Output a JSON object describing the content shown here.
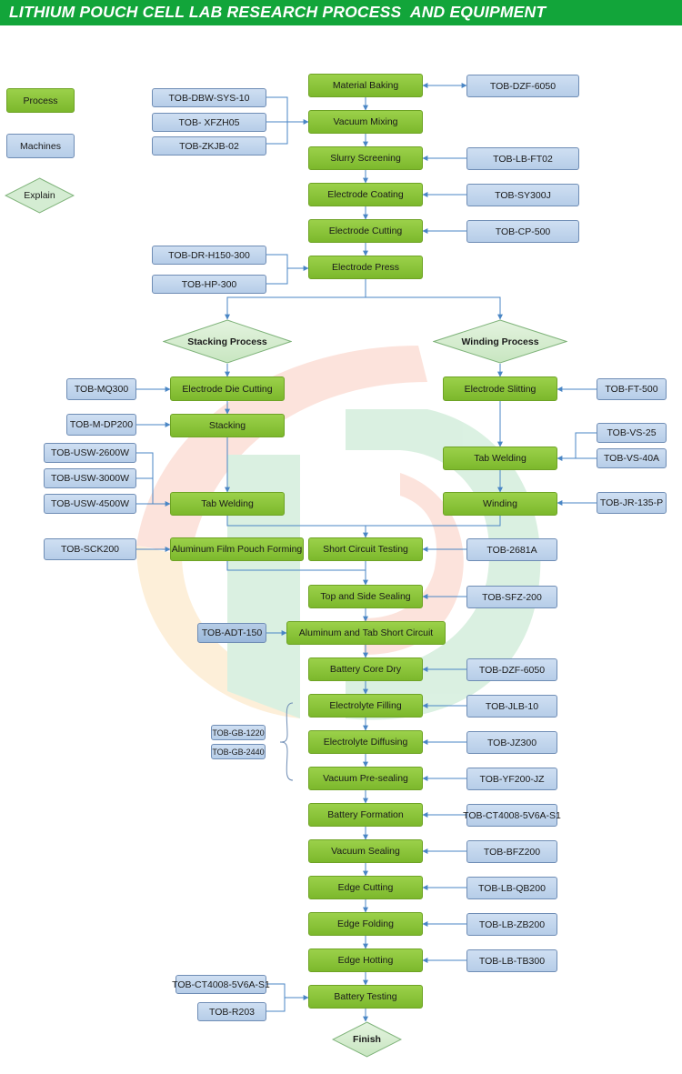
{
  "title": "LITHIUM POUCH CELL LAB RESEARCH PROCESS  AND EQUIPMENT",
  "legend": {
    "process": "Process",
    "machines": "Machines",
    "explain": "Explain"
  },
  "decisions": {
    "stacking": "Stacking Process",
    "winding": "Winding  Process",
    "finish": "Finish"
  },
  "process": {
    "material_baking": "Material Baking",
    "vacuum_mixing": "Vacuum Mixing",
    "slurry_screening": "Slurry Screening",
    "electrode_coating": "Electrode Coating",
    "electrode_cutting": "Electrode Cutting",
    "electrode_press": "Electrode Press",
    "die_cutting": "Electrode Die Cutting",
    "stacking": "Stacking",
    "tab_welding_left": "Tab Welding",
    "slitting": "Electrode Slitting",
    "tab_welding_right": "Tab Welding",
    "winding": "Winding",
    "pouch_forming": "Aluminum Film Pouch Forming",
    "short_circuit": "Short Circuit Testing",
    "top_side_sealing": "Top and Side Sealing",
    "al_tab_short": "Aluminum and Tab Short Circuit",
    "core_dry": "Battery Core Dry",
    "electrolyte_filling": "Electrolyte Filling",
    "electrolyte_diffusing": "Electrolyte Diffusing",
    "vacuum_presealing": "Vacuum Pre-sealing",
    "formation": "Battery Formation",
    "vacuum_sealing": "Vacuum Sealing",
    "edge_cutting": "Edge Cutting",
    "edge_folding": "Edge Folding",
    "edge_hotting": "Edge Hotting",
    "battery_testing": "Battery Testing"
  },
  "machines": {
    "dbw": "TOB-DBW-SYS-10",
    "xfzh": "TOB- XFZH05",
    "zkjb": "TOB-ZKJB-02",
    "dzf_top": "TOB-DZF-6050",
    "lb_ft02": "TOB-LB-FT02",
    "sy300j": "TOB-SY300J",
    "cp500": "TOB-CP-500",
    "dr_h150": "TOB-DR-H150-300",
    "hp300": "TOB-HP-300",
    "mq300": "TOB-MQ300",
    "m_dp200": "TOB-M-DP200",
    "usw2600": "TOB-USW-2600W",
    "usw3000": "TOB-USW-3000W",
    "usw4500": "TOB-USW-4500W",
    "ft500": "TOB-FT-500",
    "vs25": "TOB-VS-25",
    "vs40a": "TOB-VS-40A",
    "jr135": "TOB-JR-135-P",
    "sck200": "TOB-SCK200",
    "t2681a": "TOB-2681A",
    "sfz200": "TOB-SFZ-200",
    "adt150": "TOB-ADT-150",
    "dzf_mid": "TOB-DZF-6050",
    "jlb10": "TOB-JLB-10",
    "gb1220": "TOB-GB-1220",
    "gb2440": "TOB-GB-2440",
    "jz300": "TOB-JZ300",
    "yf200": "TOB-YF200-JZ",
    "ct4008_right": "TOB-CT4008-5V6A-S1",
    "bfz200": "TOB-BFZ200",
    "lb_qb200": "TOB-LB-QB200",
    "lb_zb200": "TOB-LB-ZB200",
    "lb_tb300": "TOB-LB-TB300",
    "ct4008_left": "TOB-CT4008-5V6A-S1",
    "r203": "TOB-R203"
  },
  "colors": {
    "banner": "#12a53a",
    "process": "#8cc63f",
    "machine": "#c3d7ee",
    "connector": "#4a86c5"
  }
}
